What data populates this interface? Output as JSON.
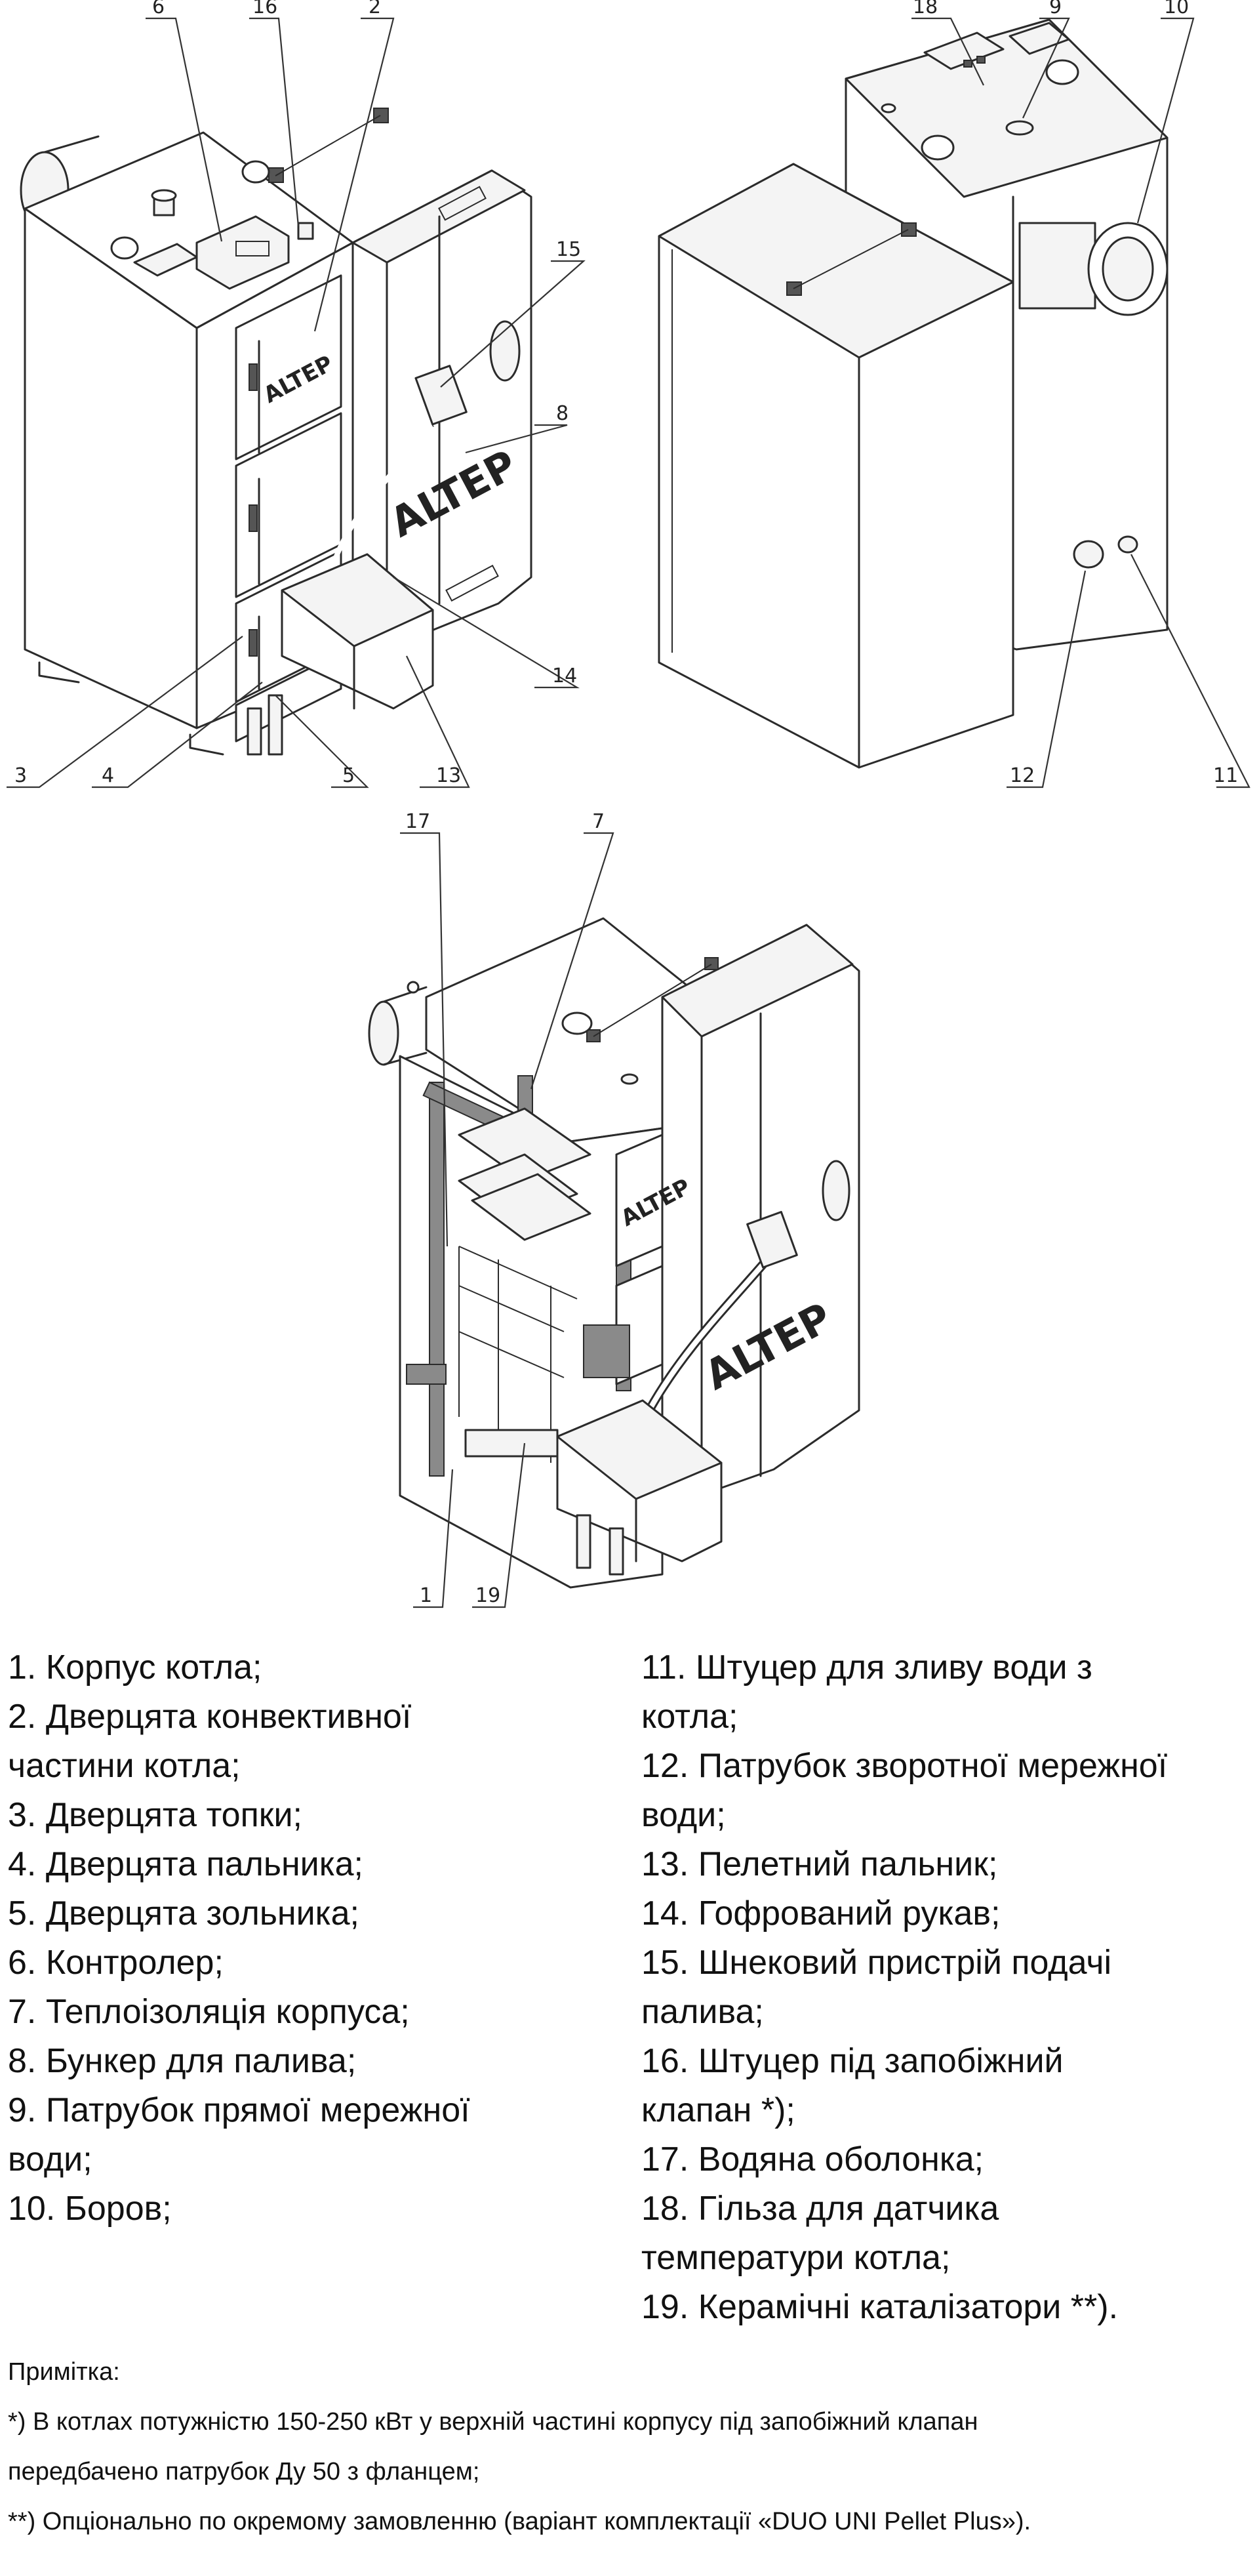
{
  "drawing": {
    "brand": "ALTEP",
    "callouts": {
      "c1": "1",
      "c2": "2",
      "c3": "3",
      "c4": "4",
      "c5": "5",
      "c6": "6",
      "c7": "7",
      "c8": "8",
      "c9": "9",
      "c10": "10",
      "c11": "11",
      "c12": "12",
      "c13": "13",
      "c14": "14",
      "c15": "15",
      "c16": "16",
      "c17": "17",
      "c18": "18",
      "c19": "19"
    }
  },
  "legend": {
    "left": [
      "1. Корпус котла;",
      "2. Дверцята конвективної",
      "частини котла;",
      "3. Дверцята топки;",
      "4. Дверцята пальника;",
      "5. Дверцята зольника;",
      "6. Контролер;",
      "7. Теплоізоляція корпуса;",
      "8. Бункер для палива;",
      "9. Патрубок прямої мережної",
      "води;",
      "10. Боров;"
    ],
    "right": [
      "11. Штуцер для зливу води з",
      "котла;",
      "12. Патрубок зворотної мережної",
      "води;",
      "13. Пелетний пальник;",
      "14. Гофрований рукав;",
      "15. Шнековий пристрій подачі",
      "палива;",
      "16. Штуцер під запобіжний",
      "клапан *);",
      "17. Водяна оболонка;",
      "18. Гільза для датчика",
      "температури котла;",
      "19. Керамічні каталізатори **)."
    ]
  },
  "notes": {
    "title": "Примітка:",
    "note1_line1": "*) В котлах потужністю 150-250 кВт у верхній частині корпусу під запобіжний клапан",
    "note1_line2": "передбачено патрубок Ду 50 з фланцем;",
    "note2": "**) Опціонально по окремому замовленню (варіант комплектації «DUO UNI Pellet Plus»)."
  }
}
